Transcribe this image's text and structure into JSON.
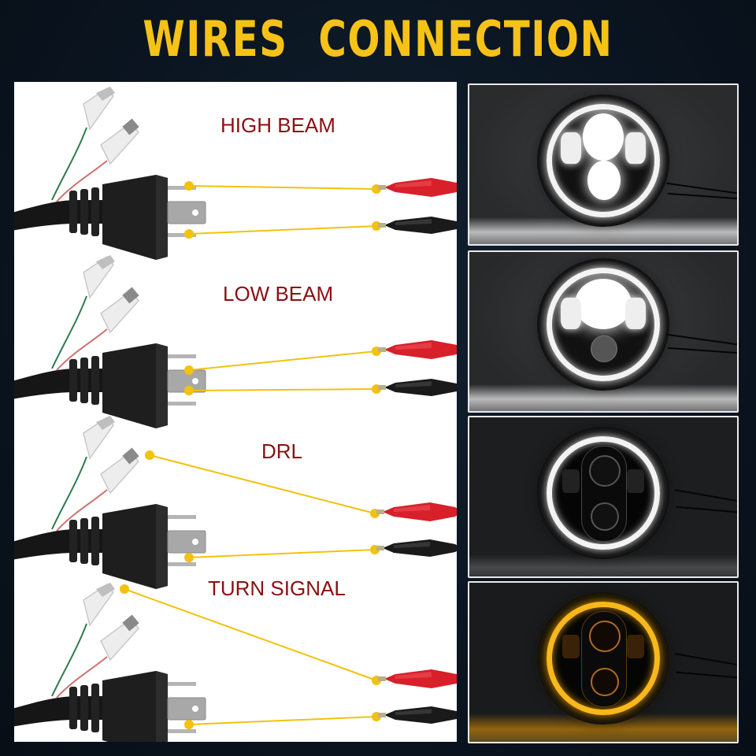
{
  "header": {
    "title": "WIRES  CONNECTION"
  },
  "colors": {
    "title": "#f7c218",
    "label": "#8b1012",
    "connector_line": "#f2c20f",
    "positive_clip": "#d8202a",
    "negative_clip": "#1a1a1a",
    "background": "#0b1521",
    "drl_ring": "#f3f3f3",
    "turn_signal_ring": "#f5a300"
  },
  "diagram": {
    "rows": [
      {
        "label": "HIGH BEAM",
        "connection": "plug top pin to red clip, plug bottom pin to black clip"
      },
      {
        "label": "LOW BEAM",
        "connection": "plug middle pin to red clip, plug bottom pin to black clip"
      },
      {
        "label": "DRL",
        "connection": "lower spade connector to red clip, plug bottom pin to black clip"
      },
      {
        "label": "TURN SIGNAL",
        "connection": "upper spade connector to red clip, plug bottom pin to black clip"
      }
    ]
  },
  "photos": [
    {
      "mode": "high-beam",
      "state": "all LEDs lit white"
    },
    {
      "mode": "low-beam",
      "state": "upper LEDs lit white"
    },
    {
      "mode": "drl",
      "state": "white halo ring lit"
    },
    {
      "mode": "turn-signal",
      "state": "amber halo ring lit"
    }
  ]
}
